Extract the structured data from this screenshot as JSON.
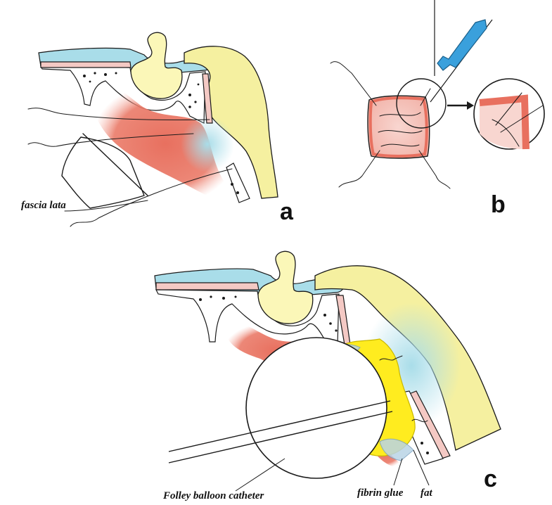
{
  "panels": {
    "a": {
      "letter": "a",
      "label_fascia": "fascia lata"
    },
    "b": {
      "letter": "b"
    },
    "c": {
      "letter": "c",
      "label_catheter": "Folley balloon catheter",
      "label_glue": "fibrin glue",
      "label_fat": "fat"
    }
  },
  "colors": {
    "dura_blue": "#a9dde9",
    "brain_yellow": "#f5f0a0",
    "tumor_red": "#e8705f",
    "mucosa_pink": "#f4c9c4",
    "fat_yellow": "#ffec1f",
    "instrument_blue": "#3aa0dc"
  }
}
